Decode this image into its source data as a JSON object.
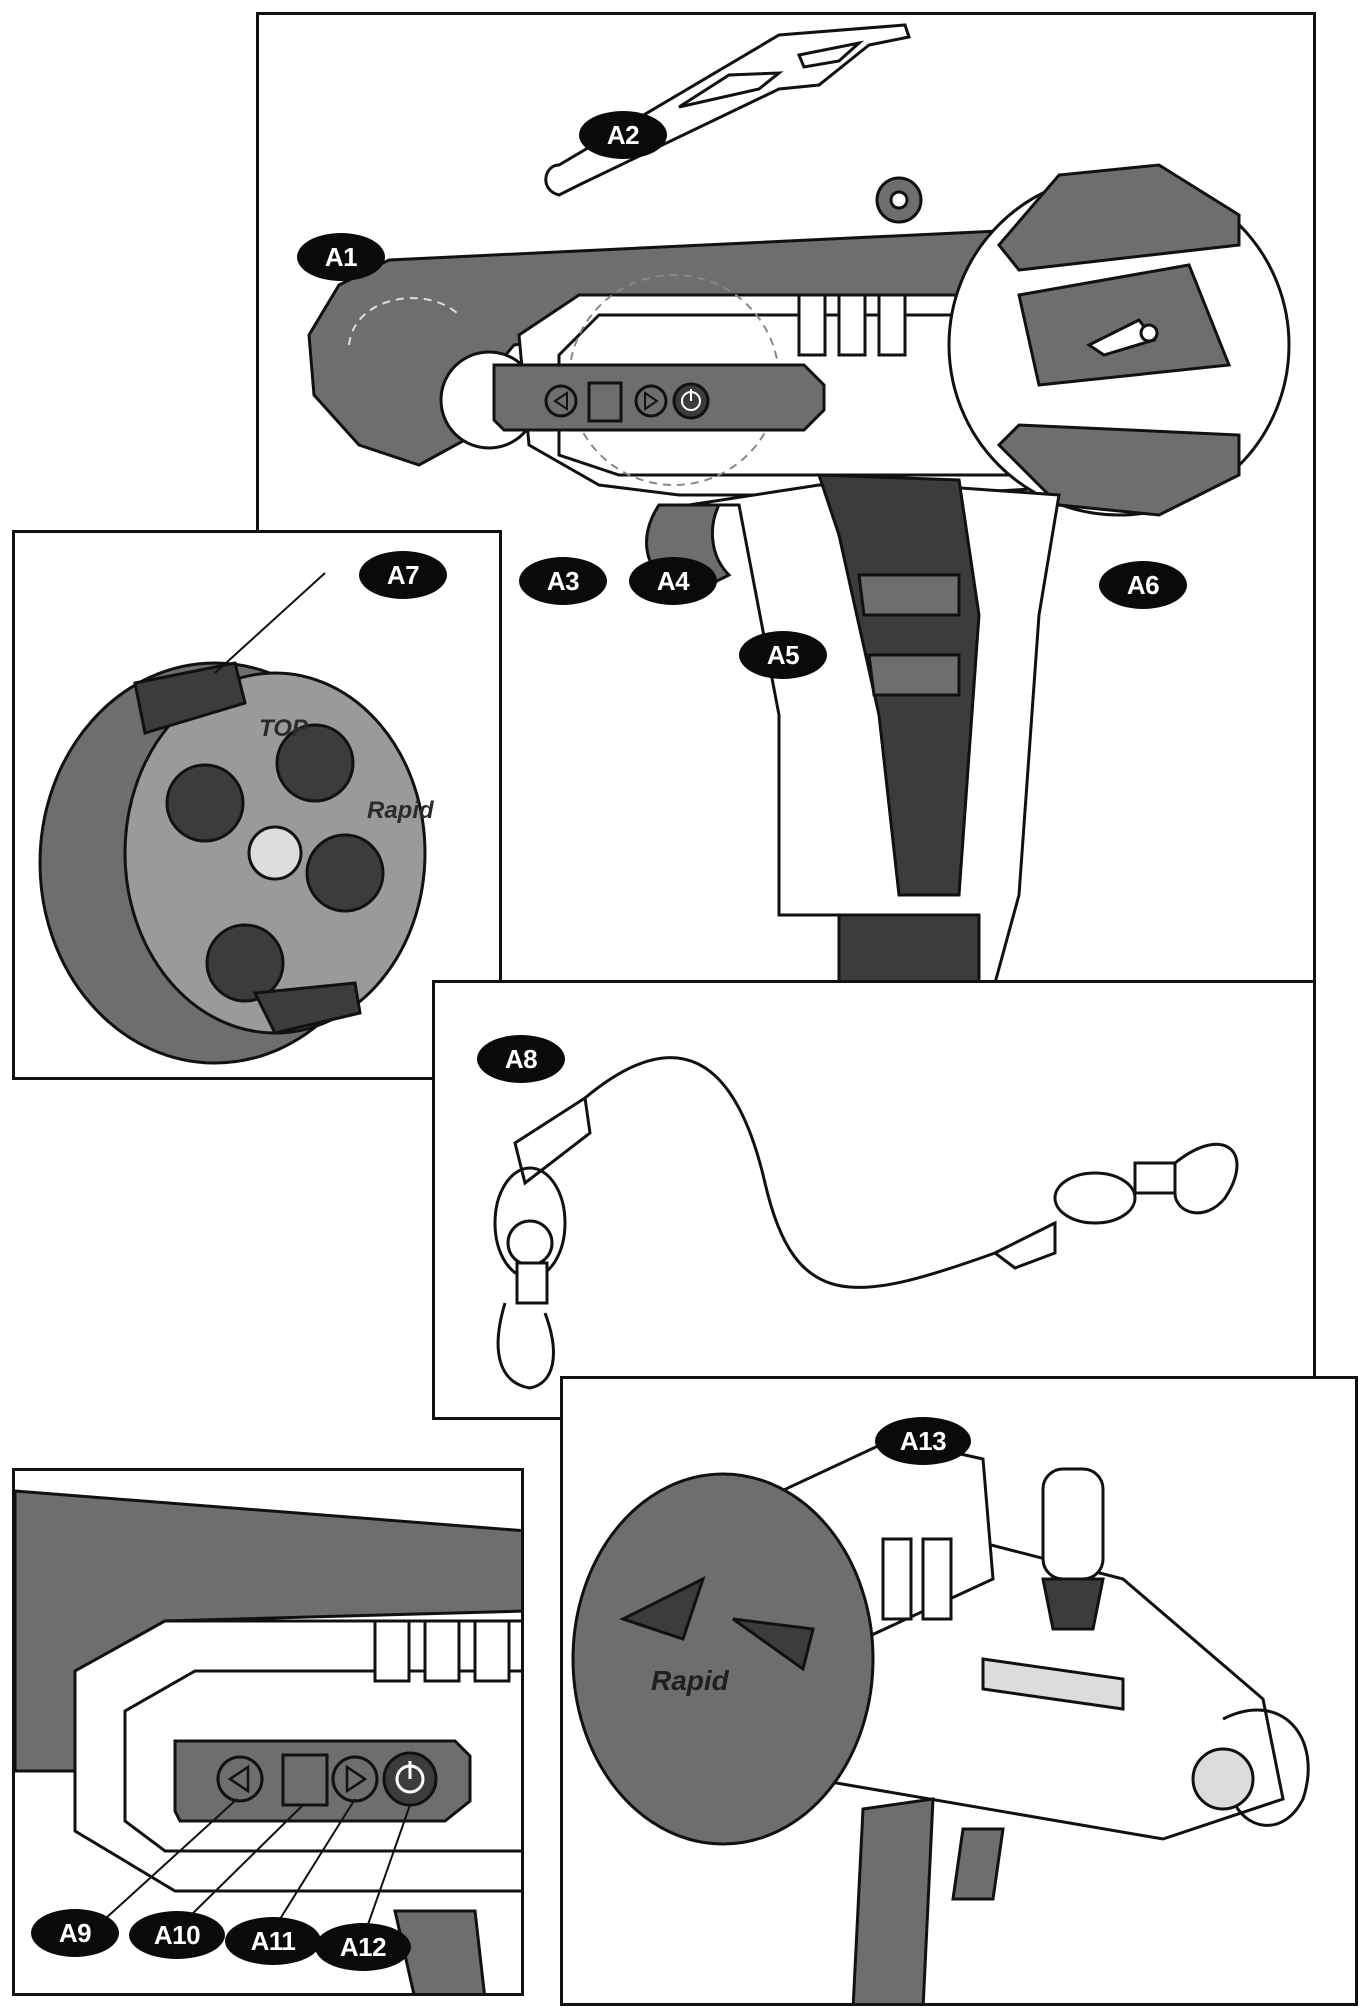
{
  "colors": {
    "ink": "#111111",
    "part_fill": "#6e6e6e",
    "dark_fill": "#3c3c3c",
    "light_fill": "#dcdcdc",
    "label_bg": "#0a0a0a",
    "label_text": "#ffffff"
  },
  "icons": [
    "left-arrow-icon",
    "square-stop-icon",
    "right-arrow-icon",
    "power-icon"
  ],
  "labels": {
    "a1": "A1",
    "a2": "A2",
    "a3": "A3",
    "a4": "A4",
    "a5": "A5",
    "a6": "A6",
    "a7": "A7",
    "a8": "A8",
    "a9": "A9",
    "a10": "A10",
    "a11": "A11",
    "a12": "A12",
    "a13": "A13"
  },
  "reel_text": {
    "top": "TOP",
    "brand": "Rapid"
  },
  "cover_text": {
    "brand": "Rapid"
  }
}
